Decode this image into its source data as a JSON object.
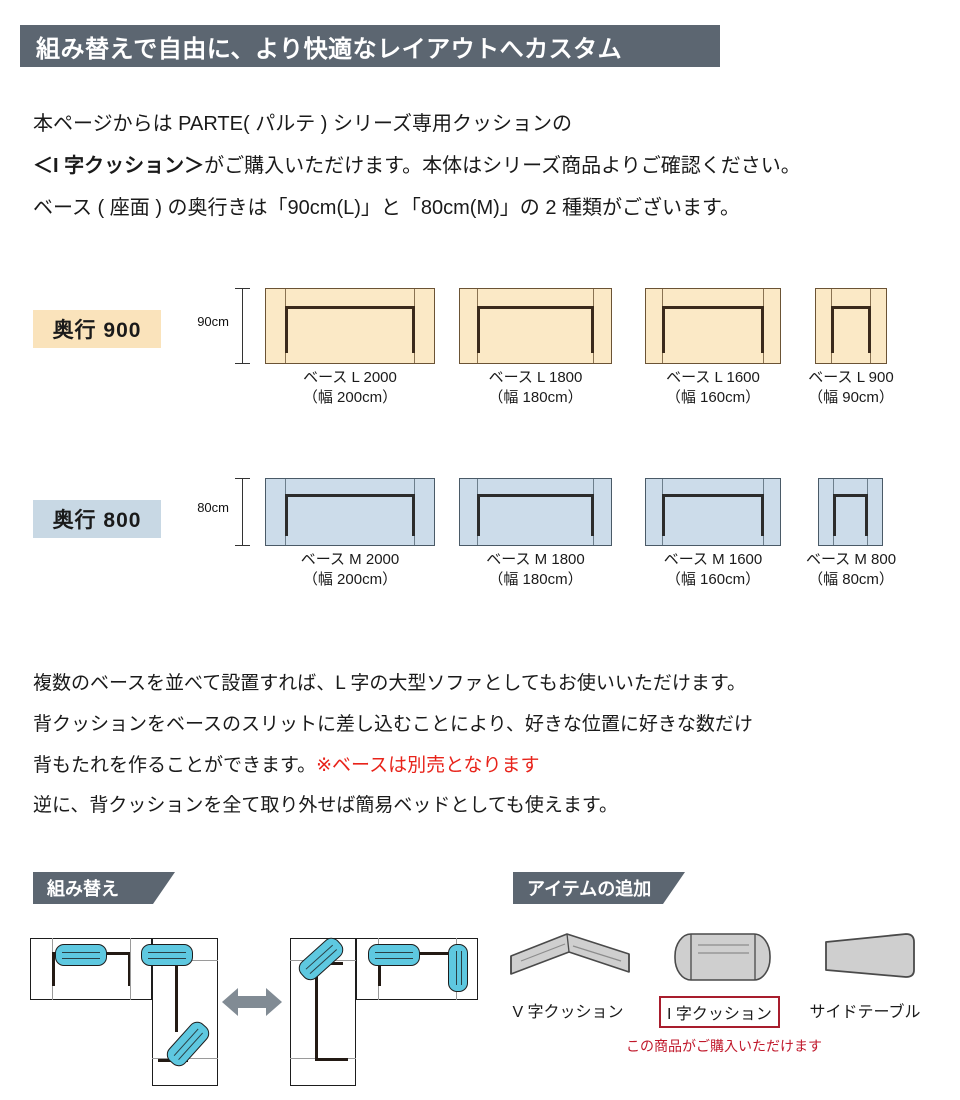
{
  "header": {
    "title": "組み替えで自由に、より快適なレイアウトへカスタム"
  },
  "intro": {
    "line1": "本ページからは PARTE( パルテ ) シリーズ専用クッションの",
    "line2_strong": "＜I 字クッション＞",
    "line2_rest": "がご購入いただけます。本体はシリーズ商品よりご確認ください。",
    "line3": "ベース ( 座面 ) の奥行きは「90cm(L)」と「80cm(M)」の 2 種類がございます。"
  },
  "size_rows": [
    {
      "chip_label": "奥行 900",
      "dim_label": "90cm",
      "bases": [
        {
          "name": "ベース L 2000",
          "width_label": "（幅 200cm）"
        },
        {
          "name": "ベース L 1800",
          "width_label": "（幅 180cm）"
        },
        {
          "name": "ベース L 1600",
          "width_label": "（幅 160cm）"
        },
        {
          "name": "ベース L 900",
          "width_label": "（幅 90cm）"
        }
      ]
    },
    {
      "chip_label": "奥行 800",
      "dim_label": "80cm",
      "bases": [
        {
          "name": "ベース M 2000",
          "width_label": "（幅 200cm）"
        },
        {
          "name": "ベース M 1800",
          "width_label": "（幅 180cm）"
        },
        {
          "name": "ベース M 1600",
          "width_label": "（幅 160cm）"
        },
        {
          "name": "ベース M 800",
          "width_label": "（幅 80cm）"
        }
      ]
    }
  ],
  "middle": {
    "line1": "複数のベースを並べて設置すれば、L 字の大型ソファとしてもお使いいただけます。",
    "line2": "背クッションをベースのスリットに差し込むことにより、好きな位置に好きな数だけ",
    "line3_main": "背もたれを作ることができます。",
    "line3_note": "※ベースは別売となります",
    "line4": "逆に、背クッションを全て取り外せば簡易ベッドとしても使えます。"
  },
  "sections": {
    "rearrange_title": "組み替え",
    "additem_title": "アイテムの追加"
  },
  "items": [
    {
      "label": "V 字クッション",
      "highlighted": false
    },
    {
      "label": "I 字クッション",
      "highlighted": true
    },
    {
      "label": "サイドテーブル",
      "highlighted": false
    }
  ],
  "item_note": "この商品がご購入いただけます",
  "colors": {
    "band": "#5c6671",
    "chip_900": "#fae3bb",
    "chip_800": "#c8d8e4",
    "base_900_fill": "#fbe9c6",
    "base_800_fill": "#ccdcea",
    "cushion": "#5ec8e0",
    "red_note": "#e8231a",
    "highlight_box": "#a81d2d"
  }
}
